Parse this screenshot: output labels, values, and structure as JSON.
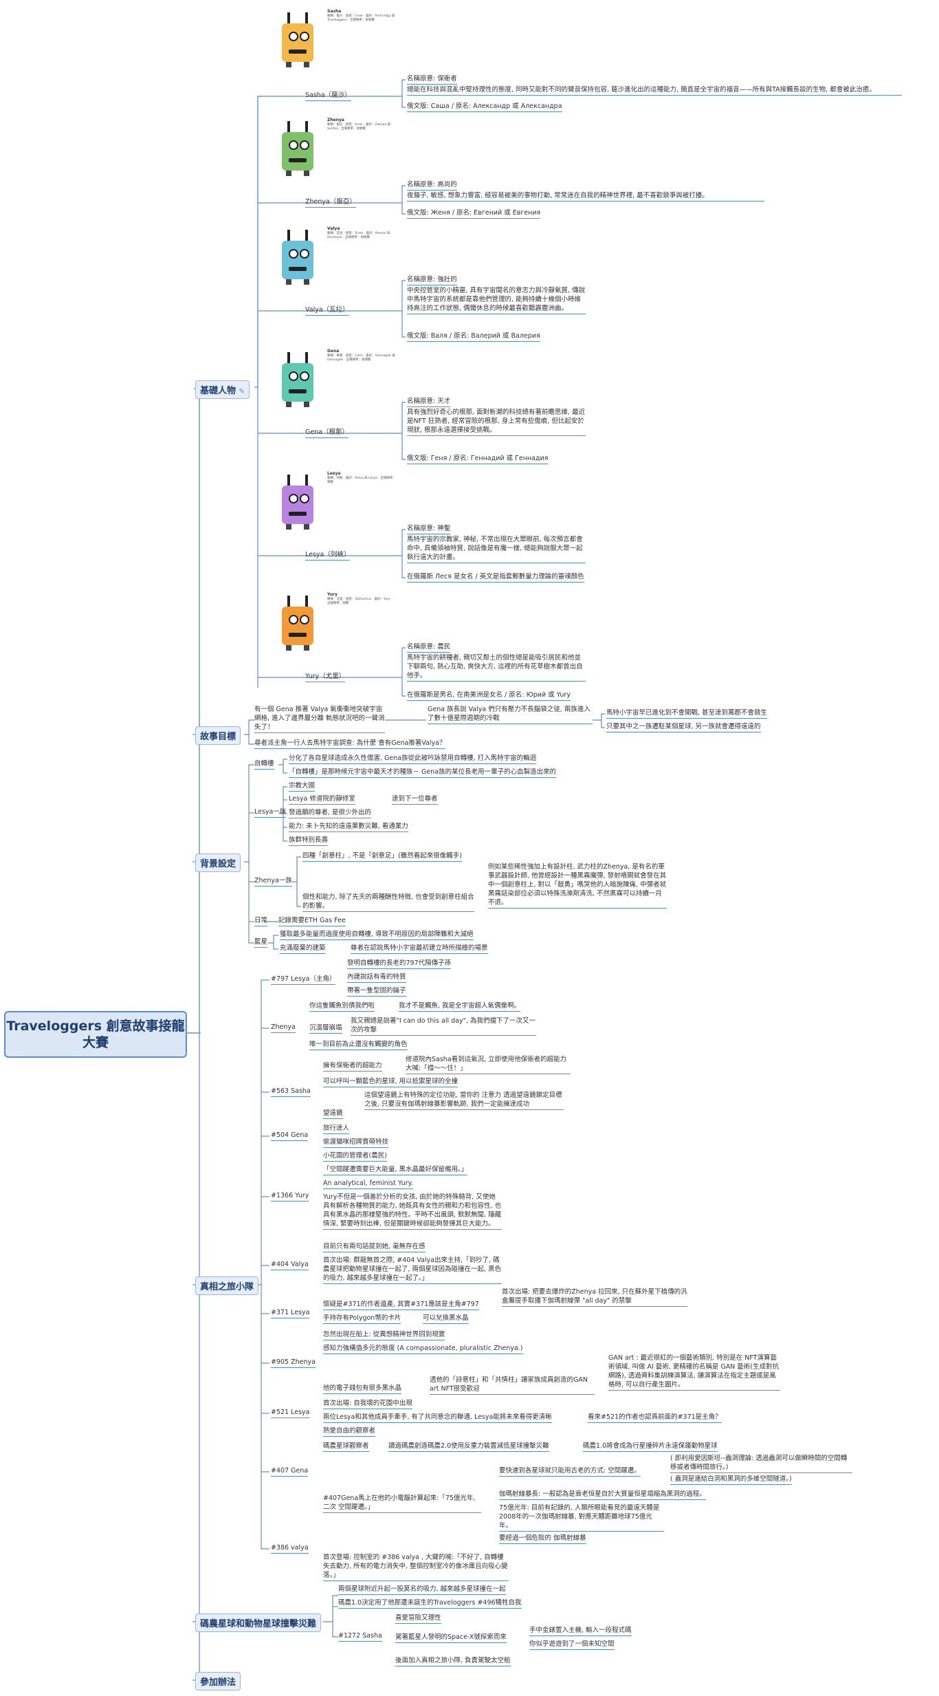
{
  "root": "Traveloggers 創意故事接龍大賽",
  "branches": {
    "characters": "基礎人物",
    "goal": "故事目標",
    "background": "背景設定",
    "squad": "真相之旅小隊",
    "disaster": "碼農星球和動物星球撞擊災難",
    "rules": "參加辦法"
  },
  "characters": [
    {
      "label": "Sasha（薩沙）",
      "card_title": "Sasha",
      "card_lines": "暱稱：薩沙 · 星座：Crow · 喜好：Androidgy 與 Traveloggers · 出場頻率：很頻繁",
      "notes": [
        "名稱原意: 保衛者",
        "總能在科技與混亂中堅持理性的態度, 同時又能對不同的聲音保持包容, 薩沙進化出的這種能力, 簡直是全宇宙的福音——所有與TA接觸長談的生物, 都會被此治癒。",
        "俄文版: Саша / 原名: Александр 或 Александра"
      ],
      "color": "#f2b84b"
    },
    {
      "label": "Zhenya（振亞）",
      "card_title": "Zhenya",
      "card_lines": "暱稱：振亞 · 星座：Aries · 喜好：Zaknee 與 Sontaa · 出場頻率：很頻繁",
      "notes": [
        "名稱原意: 高尚的",
        "夜貓子, 敏感, 想象力豐富, 極容易被美的事物打動, 常常迷在自我的精神世界裡, 最不喜歡競爭與被打擾。",
        "俄文版: Женя / 原名: Евгений 或 Евгения"
      ],
      "color": "#7fc06b"
    },
    {
      "label": "Valya（瓦拉）",
      "card_title": "Valya",
      "card_lines": "暱稱：瓦拉 · 星座：Sivas · 喜好：Romoo 與 Denteyeo · 出場頻率：很頻繁",
      "notes": [
        "名稱原意: 強壯的",
        "中央控管室的小精靈, 具有宇宙聞名的意志力與冷靜氣質, 傳說中馬特宇宙的系統都是靠他們管理的, 能夠持續十幾個小時維持高注的工作狀態, 偶爾休息的時候最喜歡聽霹靂洲曲。",
        "俄文版: Валя / 原名: Валерий 或 Валерия"
      ],
      "color": "#6cc1d6"
    },
    {
      "label": "Gena（根那）",
      "card_title": "Gena",
      "card_lines": "暱稱：根那 · 星座：Clam · 喜好：Gennagde 與 Gennagde · 出場頻率：很頻繁",
      "notes": [
        "名稱原意: 天才",
        "具有強烈好奇心的根那, 面對新潮的科技總有著前瞻思維, 最近是NFT 狂熱者, 經常冒險的根那, 身上常有些傷痕, 但比起安於現狀, 根那永遠選擇接受挑戰。",
        "俄文版: Геня / 原名: Геннадий 或 Геннадия"
      ],
      "color": "#5fc8b0"
    },
    {
      "label": "Lesya（列峽）",
      "card_title": "Lesya",
      "card_lines": "暱稱：列峽 · 喜好：Alexa 與 Lesya · 出場頻率：頻繁",
      "notes": [
        "名稱原意: 神聖",
        "馬特宇宙的宗教家, 神秘, 不常出現在大眾眼前, 每次預言都會命中, 具備領袖特質, 說話像是有魔一樣, 總能夠說服大眾一起執行遠大的計畫。",
        "在俄羅斯 Леся 是女名 / 英文是指套郵數量力理論的靈魂顏色"
      ],
      "color": "#b785e0"
    },
    {
      "label": "Yury（尤里）",
      "card_title": "Yury",
      "card_lines": "暱稱：尤里 · 星座：Ophiuchus · 喜好：Yury · 出場頻率：頻繁",
      "notes": [
        "名稱原意: 農民",
        "馬特宇宙的耕種者, 親切又鄰土的個性總是能吸引居民和他並下聊兩句, 熱心互助, 爽快大方, 這裡的所有花草樹木都曾出自他手。",
        "在俄羅斯是男名, 在南美洲是女名 / 原名: Юрий 或 Yury"
      ],
      "color": "#f09a3a"
    }
  ],
  "goal": {
    "item1": "有一個 Gena 推著 Valya 氣衝衝地突破宇宙網格, 進入了邊界層分離 軌態狀況吧的一聲消失了！",
    "item1_child": "Gena 族長說 Valya 們只有壓力不長腦袋之徒, 兩族進入了數十億星際週期的冷戰",
    "item1_leaf1": "馬特小宇宙早已進化到不會開戰, 甚至達到萬郡不會競生",
    "item1_leaf2": "只要其中之一族遷駐某個星球, 另一族就會遷得遠遠的",
    "item2": "尋者派主角一行人去馬特宇宙調查: 為什麼 會有Gena推著Valya？"
  },
  "background": {
    "rotation": "自轉樓",
    "rotation_items": [
      "分化了各自星球造成永久性傷害, Gena族從此被吟詠禁用自轉樓, 打入馬特宇宙的輪迴",
      "「自轉樓」是那時候元宇宙中最天才的種族－ Gena族的某位長老用一輩子的心血製造出來的"
    ],
    "lesya": "Lesya一族",
    "lesya_items": [
      "宗教大國",
      "Lesya 修道院的靜修室",
      "發過願的尊者, 是很少外出的",
      "能力: 未卜先知的遠遠果數災難, 看通業力",
      "族群特別長壽"
    ],
    "lesya_sub": "達到下一位尊者",
    "zhenya": "Zhenya一族",
    "zhenya_items": [
      "四種「創意柱」, 不是「創意足」(雖然看起來很像觸手)",
      "個性和能力, 除了先天的兩種酬性特徵, 也會受到創意柱組合的影響。"
    ],
    "zhenya_sub": "例如某些稀性強加上有設計柱, 武力柱的Zhenya, 是有名的軍事武器設計師, 他曾經設計一種黑霧魔彈, 發射噴開就會發在其中一個創意柱上, 對以「鼓勇」嗎哭他的人暗施陳痛, 中彈者就黑霧話染部位必須以特殊洗滌劑清洗, 不然黑霧可以持續一月不退。",
    "daily": "日常",
    "daily_item": "記錄需要ETH Gas Fee",
    "blue": "藍星",
    "blue_items": [
      "獲取最多能量而過度使用自轉樓, 導致不明原因的局部陣雖和大滅絕",
      "充滿廢棄的建築"
    ],
    "blue_sub": "尊者在認說馬特小宇宙最初建立時所描繪的場景"
  },
  "squad": {
    "g797": "#797 Lesya（主角）",
    "g797_items": [
      "發明自轉樓的長老的797代隔傳子孫",
      "內建說話有毒的特質",
      "帶著一隻型固的鑰子"
    ],
    "zhenya": "Zhenya",
    "zhenya_items": [
      "你這隻觸魚別債我們啦",
      "沉溫層崩塌",
      "唯一到目前為止還沒有觸變的角色"
    ],
    "zhenya_subs": [
      "我才不是觸魚, 我是全宇宙超人氣偶像啊。",
      "我又親總是說著\"I can do this all day\", 為我們擋下了一次又一次的攻擊"
    ],
    "g563": "#563 Sasha",
    "g563_items": [
      "擁有保衛者的超能力",
      "可以呼叫一顆藍色的星球, 用以抵禦星球的全撞",
      "望遠鏡"
    ],
    "g563_subs": [
      "修道院內Sasha看到這氣況, 立即使用他保衛者的超能力大喊:「撐～～住！」",
      "這個望遠鏡上有特殊的定位功能, 當你的 注意力 透過望遠鏡鎖定目標之後, 只要沒有伽瑪射線暴影響軌跡, 我們一定能擁達成功"
    ],
    "g504": "#504 Gena",
    "g504_items": [
      "旅行達人",
      "偷渡貓咪招牌賣萌特技"
    ],
    "g1366": "#1366 Yury",
    "g1366_items": [
      "小花園的管理者(農民)",
      "「空間躍遷需要巨大能量, 黑水晶最好保留備用。」",
      "An analytical, feminist Yury.",
      "Yury不但是一個善於分析的女孩, 由於她的特殊糙背, 又使她具有解析各種物質的能力, 她既具有女性的親和力和包容性, 也具有黑水晶的那樣堅強的特性。平時不出風頭, 默默無聞, 隱藏情深, 緊要時刻出棒, 但是關鍵時候卻能夠發揮其巨大能力。"
    ],
    "g404": "#404 Valya",
    "g404_items": [
      "目前只有兩句話提到她, 毫無存在感",
      "首次出場: 群龍無首之際, #404 Valya出來主持,「到吵了, 碼農星球把動物星球撞在一起了, 兩個星球因為碰撞在一起, 黑色的吸力, 越來越多星球撞在一起了。」"
    ],
    "g371": "#371 Lesya",
    "g371_items": [
      "懷疑是#371的作者遺產, 其實#371應該是主角#797",
      "手持存有Polygon幣的卡片"
    ],
    "g371_subs": [
      "首次出場: 把要去爆炸的Zhenya 拉回來, 只在蘇外星下植傳的汎盒屬提手取播下伽瑪射線彈 \"all day\" 的禁擊",
      "可以兌換黑水晶"
    ],
    "g905": "#905 Zhenya",
    "g905_items": [
      "忽然出現在船上: 從異想精神世界回到現實",
      "感知力強構值多元的態度 (A compassionate, pluralistic Zhenya.)",
      "他的電子錢包有很多黑水晶"
    ],
    "g905_sub": "透他的「詩意柱」和「共情柱」讓家族成員創造的GAN art NFT很受歡迎",
    "g905_leaf": "GAN art : 最近很紅的一個藝術類別, 特別是在 NFT演算藝術領域, 叫做 AI 藝術, 更精確的名稱是 GAN 藝術(生成對抗網路), 透過資料集訓練演算法, 讓演算法在指定主題或是風格時, 可以自行產生圖片。",
    "g521": "#521 Lesya",
    "g521_items": [
      "首次出場: 自我壞的花園中出現",
      "兩位Lesya和其他成員手牽手, 有了共同意念的聯通, Lesya能將未來看得更清晰"
    ],
    "g521_sub": "看來#521的作者也認爲前面的#371是主角？",
    "g407": "#407 Gena",
    "g407_items": [
      "熟愛自由的觀察者",
      "碼農星球觀察者",
      "#407Gena馬上在他的小電腦計算起來:「75億光年, 二次 空間躍遷。」"
    ],
    "g407_subs": [
      "讀過碼農創造碼農2.0使用反重力裝置減低星球撞擊災難",
      "碼農1.0將會成為行星撞碎片永遠保護動物星球"
    ],
    "g407_calc": [
      "要快速到各星球就只能用古老的方式: 空間躍遷。",
      "伽瑪射線暴長: 一般認為是衰老恒星自於大質量恒星塌縮為黑洞的過程。",
      "75億光年: 目前有記錄的, 人類所眼能看見的最遠天體是2008年的一次伽瑪射線暴, 對應天體距離地球75億光年。",
      "要經過一個危險的 伽瑪射線暴"
    ],
    "g407_calc_subs": [
      "( 即利用愛因斯坦--蟲洞理論: 透過蟲洞可以做瞬時間的空間轉移或者傳時間旅行。)",
      "( 蟲洞是連結白洞和黑洞的多維空間隧道。)"
    ],
    "g386": "#386 valya",
    "g386_item": "首次登場: 控制室的 #386 valya , 大聲的喊:「不好了, 自轉樓失去動力, 所有的電力消失中, 整個控制室冷的像冰庫且向吸心變落。」"
  },
  "disaster": {
    "items": [
      "兩個星球附近升起一股莫名的吸力, 越來越多星球撞在一起",
      "碼農1.0決定用了他那還未誕生的Traveloggers #496犧牲自我"
    ],
    "g1272": "#1272 Sasha",
    "g1272_items": [
      "喜愛冒險又理性",
      "駕著藍星人發明的Space-X號探索而來",
      "後面加入真相之旅小隊, 負責駕駛太空船"
    ],
    "g1272_subs": [
      "手中金錶置入主機, 輸入一段程式碼",
      "你似乎遊遊到了一個未知空間"
    ]
  },
  "colors": {
    "branch_line": "#5b8ec9",
    "root_fill": "#dce7f6",
    "branch_fill": "#e6eef9"
  }
}
